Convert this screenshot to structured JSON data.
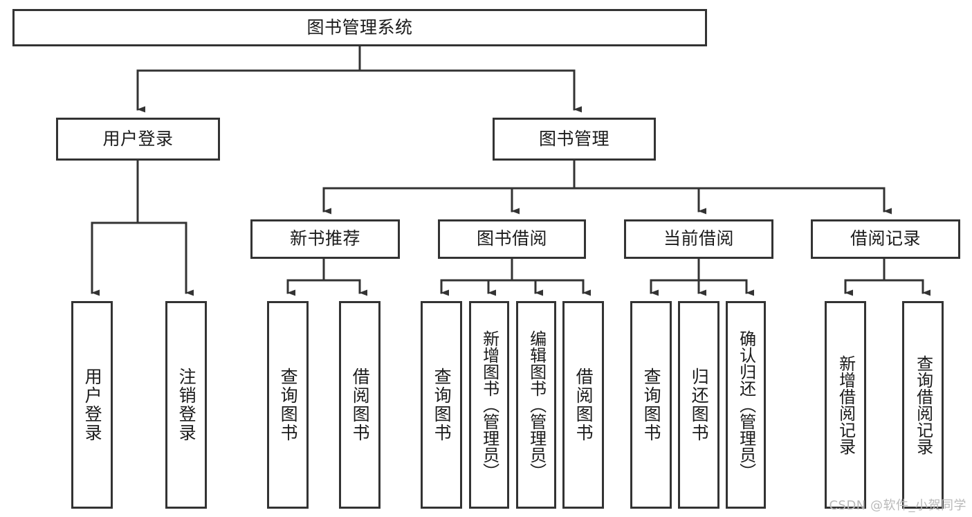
{
  "diagram": {
    "type": "tree",
    "title": "图书管理系统",
    "colors": {
      "stroke": "#333333",
      "box_fill": "#ffffff",
      "text": "#1b1b1b",
      "watermark": "#b9b9b9",
      "background": "#ffffff"
    },
    "root": {
      "label": "图书管理系统"
    },
    "level2": [
      {
        "label": "用户登录"
      },
      {
        "label": "图书管理"
      }
    ],
    "level3": [
      {
        "label": "新书推荐"
      },
      {
        "label": "图书借阅"
      },
      {
        "label": "当前借阅"
      },
      {
        "label": "借阅记录"
      }
    ],
    "leaves": {
      "user_login": [
        {
          "label": "用户登录"
        },
        {
          "label": "注销登录"
        }
      ],
      "new_book_recommend": [
        {
          "label": "查询图书"
        },
        {
          "label": "借阅图书"
        }
      ],
      "book_borrow": [
        {
          "label": "查询图书"
        },
        {
          "label": "新增图书（管理员）"
        },
        {
          "label": "编辑图书（管理员）"
        },
        {
          "label": "借阅图书"
        }
      ],
      "current_borrow": [
        {
          "label": "查询图书"
        },
        {
          "label": "归还图书"
        },
        {
          "label": "确认归还（管理员）"
        }
      ],
      "borrow_records": [
        {
          "label": "新增借阅记录"
        },
        {
          "label": "查询借阅记录"
        }
      ]
    }
  },
  "watermark": {
    "text": "CSDN @软件_小贺同学"
  }
}
